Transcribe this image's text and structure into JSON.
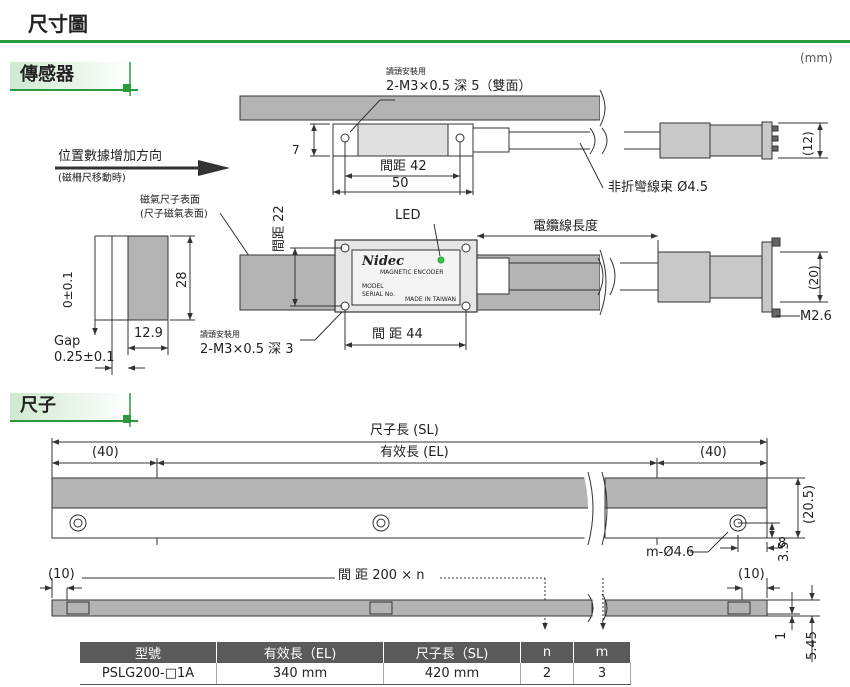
{
  "header": {
    "title": "尺寸圖",
    "unit": "(mm)"
  },
  "sensor_section": {
    "label": "傳感器",
    "top_view": {
      "mount_note": "讀頭安裝用",
      "mount_spec": "2-M3×0.5 深 5（雙面）",
      "dim_height": "7",
      "dim_pitch": "間距 42",
      "dim_width": "50",
      "direction_label": "位置數據增加方向",
      "direction_sub": "(磁柵尺移動時)",
      "cable_label": "非折彎線束 Ø4.5",
      "connector_dim": "(12)"
    },
    "front_view": {
      "surface_label": "磁氣尺子表面",
      "surface_sub": "(尺子磁氣表面)",
      "dim_pitch_v": "間距 22",
      "led_label": "LED",
      "cable_length": "電纜線長度",
      "connector_dim": "(20)",
      "screw": "M2.6",
      "mount_note": "讀頭安裝用",
      "mount_spec": "2-M3×0.5 深 3",
      "dim_pitch_h": "間 距 44",
      "head_brand": "Nidec",
      "head_product": "MAGNETIC ENCODER",
      "head_model": "MODEL",
      "head_serial": "SERIAL No.",
      "head_origin": "MADE IN TAIWAN"
    },
    "side_view": {
      "dim_height": "28",
      "dim_offset": "0±0.1",
      "dim_width": "12.9",
      "gap_label": "Gap",
      "gap_value": "0.25±0.1"
    }
  },
  "scale_section": {
    "label": "尺子",
    "dim_total": "尺子長 (SL)",
    "dim_left": "(40)",
    "dim_effective": "有效長 (EL)",
    "dim_right": "(40)",
    "dim_height": "(20.5)",
    "dim_8": "8",
    "dim_3_5": "3.5",
    "hole_label": "m-Ø4.6",
    "dim_end_left": "(10)",
    "dim_end_right": "(10)",
    "pitch_label": "間 距 200 × n",
    "dim_1": "1",
    "dim_5_45": "5.45"
  },
  "spec_table": {
    "headers": [
      "型號",
      "有效長（EL)",
      "尺子長（SL)",
      "n",
      "m"
    ],
    "rows": [
      [
        "PSLG200-□1A",
        "340 mm",
        "420 mm",
        "2",
        "3"
      ]
    ]
  },
  "colors": {
    "accent_green": "#2a9b3c",
    "scale_gray": "#b4b4b4",
    "line": "#333333"
  }
}
